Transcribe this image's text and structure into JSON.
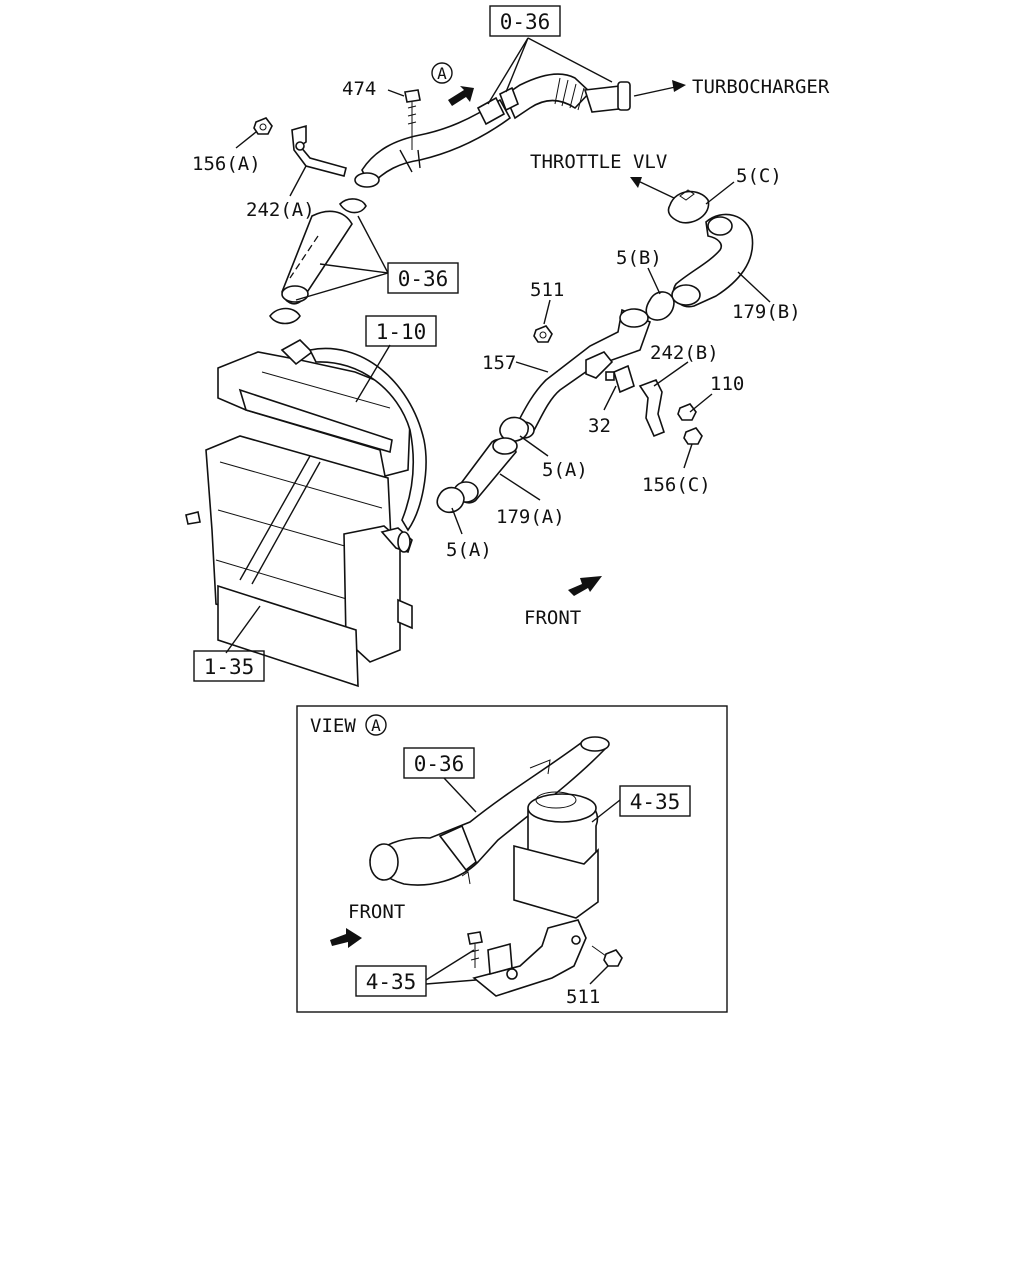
{
  "callouts": {
    "ref_0_36_top": "0-36",
    "ref_0_36_left": "0-36",
    "ref_1_10": "1-10",
    "ref_1_35": "1-35",
    "ref_0_36_view": "0-36",
    "ref_4_35_right": "4-35",
    "ref_4_35_bottom": "4-35"
  },
  "part_numbers": {
    "p474": "474",
    "p156a": "156(A)",
    "p242a": "242(A)",
    "p5c": "5(C)",
    "p5b": "5(B)",
    "p511": "511",
    "p179b": "179(B)",
    "p157": "157",
    "p242b": "242(B)",
    "p110": "110",
    "p32": "32",
    "p5a_upper": "5(A)",
    "p156c": "156(C)",
    "p179a": "179(A)",
    "p5a_lower": "5(A)",
    "p511_view": "511"
  },
  "directions": {
    "turbocharger": "TURBOCHARGER",
    "throttle": "THROTTLE VLV",
    "front_main": "FRONT",
    "front_view": "FRONT"
  },
  "view": {
    "title": "VIEW",
    "marker": "A"
  },
  "marker_top": "A"
}
